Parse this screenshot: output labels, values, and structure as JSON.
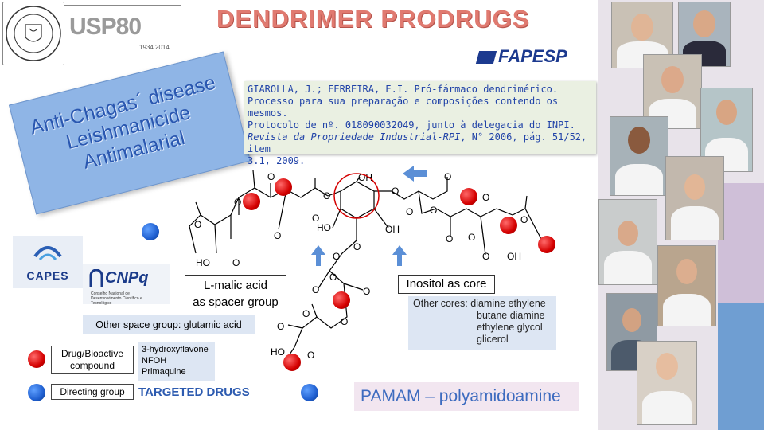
{
  "title": "DENDRIMER PRODRUGS",
  "logos": {
    "usp": "USP80",
    "usp_years": "1934    2014",
    "fapesp": "FAPESP",
    "capes": "CAPES",
    "cnpq": "CNPq",
    "cnpq_sub": "Conselho Nacional de Desenvolvimento Científico e Tecnológico"
  },
  "diseases": [
    "Anti-Chagas´ disease",
    "Leishmanicide",
    "Antimalarial"
  ],
  "patent": {
    "line1": "GIAROLLA, J.; FERREIRA, E.I. Pró-fármaco dendrimérico.",
    "line2": "Processo para sua preparação e composições contendo os mesmos.",
    "line3": "Protocolo de nº. 018090032049, junto à delegacia do INPI.",
    "journal": "Revista da Propriedade Industrial-RPI",
    "line4_rest": ", N° 2006, pág. 51/52, item",
    "line5": "3.1, 2009."
  },
  "malic": [
    "L-malic acid",
    "as spacer group"
  ],
  "other_space": "Other space group: glutamic acid",
  "inositol": "Inositol as core",
  "other_cores": [
    "Other cores: diamine ethylene",
    "butane diamine",
    "ethylene glycol",
    "glicerol"
  ],
  "legend": {
    "drug": "Drug/Bioactive compound",
    "directing": "Directing group"
  },
  "drugs": [
    "3-hydroxyflavone",
    "NFOH",
    "Primaquine"
  ],
  "targeted": "TARGETED DRUGS",
  "pamam": "PAMAM – polyamidoamine",
  "molecule_labels": {
    "o": "O",
    "oh": "OH",
    "ho": "HO"
  },
  "colors": {
    "title": "#e07a70",
    "drug_dot": "#d40000",
    "directing_dot": "#1f5fd0",
    "accent": "#2d5bb0"
  }
}
